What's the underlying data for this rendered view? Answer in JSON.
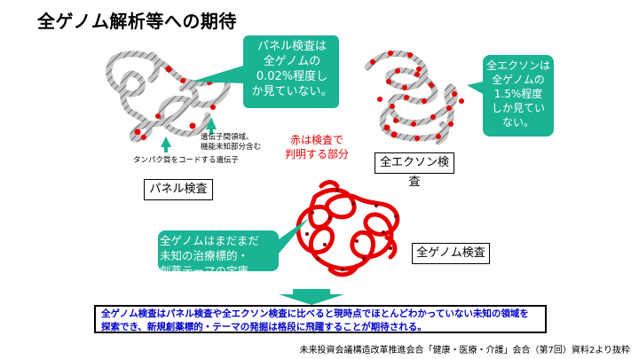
{
  "title": "全ゲノム解析等への期待",
  "panel": {
    "callout": [
      "パネル検査は",
      "全ゲノムの",
      "0.02%程度し",
      "か見ていない。"
    ],
    "annotation_region": [
      "遺伝子間領域、",
      "機能未知部分含む"
    ],
    "annotation_gene": "タンパク質をコードする遺伝子",
    "label": "パネル検査"
  },
  "red_note": [
    "赤は検査で",
    "判明する部分"
  ],
  "exome": {
    "callout": [
      "全エクソンは",
      "全ゲノムの",
      "1.5%程度",
      "しか見てい",
      "ない。"
    ],
    "label": "全エクソン検査"
  },
  "genome": {
    "callout": [
      "全ゲノムはまだまだ",
      "未知の治療標的・",
      "創薬テーマの宝庫"
    ],
    "label": "全ゲノム検査"
  },
  "bottom_text": [
    "全ゲノム検査はパネル検査や全エクソン検査に比べると現時点でほとんどわかっていない未知の領域を",
    "探索でき、新規創薬標的・テーマの発掘は格段に飛躍することが期待される。"
  ],
  "source": "未来投資会議構造改革推進会合「健康・医療・介護」会合（第7回）資料2より抜粋",
  "colors": {
    "teal": "#1ab394",
    "red": "#e60000",
    "dna_gray": "#9a9a9a",
    "blue_text": "#0000cc"
  }
}
